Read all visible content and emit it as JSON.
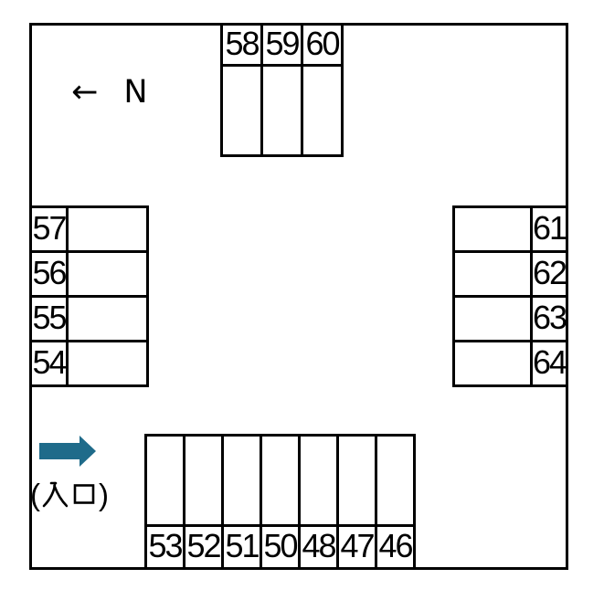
{
  "map": {
    "compass": {
      "arrow": "←",
      "label": "N"
    },
    "entrance": {
      "label": "(入口)",
      "paren_open": "(",
      "paren_close": ")",
      "kanji_first": "入",
      "kanji_second": "口",
      "arrow_direction": "right"
    },
    "stalls": {
      "top": [
        "58",
        "59",
        "60"
      ],
      "left": [
        "57",
        "56",
        "55",
        "54"
      ],
      "right": [
        "61",
        "62",
        "63",
        "64"
      ],
      "bottom": [
        "53",
        "52",
        "51",
        "50",
        "48",
        "47",
        "46"
      ]
    },
    "colors": {
      "line": "#000000",
      "background": "#ffffff",
      "entrance_arrow": "#1f6b8a"
    }
  }
}
